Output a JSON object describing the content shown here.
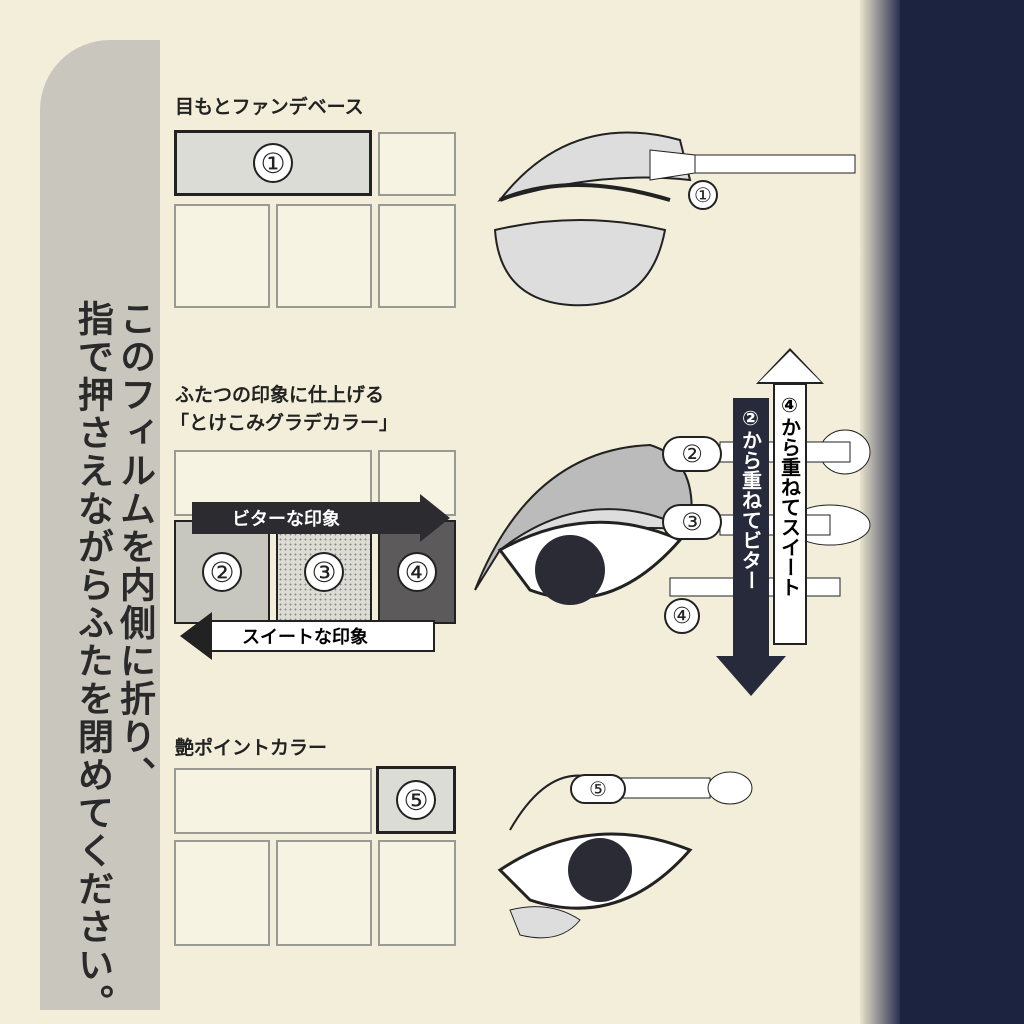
{
  "side_note": {
    "line1": "このフィルムを内側に折り、",
    "line2": "指で押さえながらふたを閉めてください。"
  },
  "section1": {
    "title": "目もとファンデベース",
    "num": "①",
    "brush_num": "①"
  },
  "section2": {
    "title_line1": "ふたつの印象に仕上げる",
    "title_line2": "「とけこみグラデカラー」",
    "bitter_label": "ビターな印象",
    "sweet_label": "スイートな印象",
    "nums": [
      "②",
      "③",
      "④"
    ],
    "brush_nums": [
      "②",
      "③",
      "④"
    ],
    "sweet_arrow": "④から重ねてスイート",
    "bitter_arrow": "②から重ねてビター"
  },
  "section3": {
    "title": "艶ポイントカラー",
    "num": "⑤",
    "brush_num": "⑤"
  }
}
